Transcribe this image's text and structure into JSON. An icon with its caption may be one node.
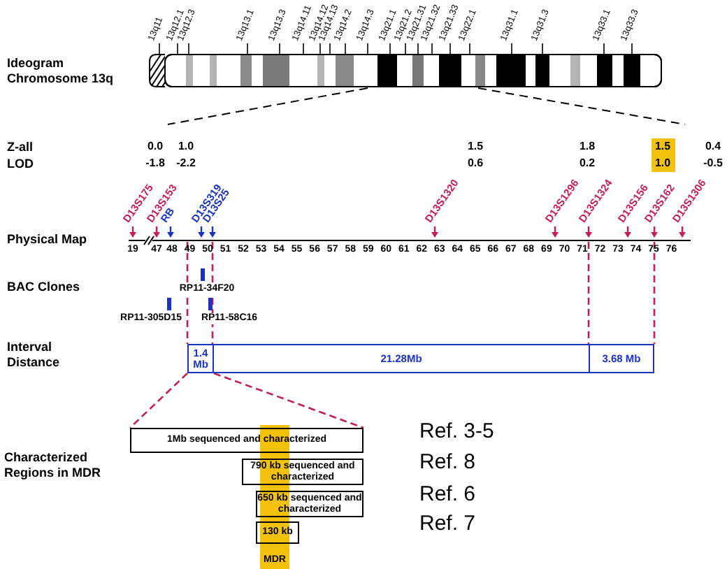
{
  "diagram": {
    "nodes": [
      {
        "text": [
          "1.4 Mb"
        ]
      },
      {
        "text": [
          "21.28Mb"
        ]
      },
      {
        "text": [
          "3.68 Mb"
        ]
      },
      {
        "text": [
          "1Mb sequenced and characterized"
        ]
      },
      {
        "text": [
          "790 kb sequenced and characterized"
        ]
      },
      {
        "text": [
          "650 kb sequenced and characterized"
        ]
      },
      {
        "text": [
          "130 kb"
        ]
      },
      {
        "text": [
          "MDR"
        ]
      }
    ],
    "edges": [
      {
        "from": 0,
        "to": 3,
        "arrow": "none",
        "style": "dashed",
        "color": "#c41e5a"
      },
      {
        "from": 0,
        "to": 3,
        "arrow": "none",
        "style": "dashed",
        "color": "#c41e5a"
      }
    ],
    "labels": [
      "Ideogram Chromosome 13q",
      "13q11",
      "13q12.1",
      "13q12.3",
      "13q13.1",
      "13q13.3",
      "13q14.11",
      "13q14.12",
      "13q14.13",
      "13q14.2",
      "13q14.3",
      "13q21.1",
      "13q21.2",
      "13q21.31",
      "13q21.32",
      "13q21.33",
      "13q22.1",
      "13q31.1",
      "13q31.3",
      "13q33.1",
      "13q33.3",
      "Z-all",
      "LOD",
      "0.0",
      "1.0",
      "1.5",
      "1.8",
      "1.5",
      "0.4",
      "-1.8",
      "-2.2",
      "0.6",
      "0.2",
      "1.0",
      "-0.5",
      "D13S175",
      "D13S153",
      "RB",
      "D13S319",
      "D13S25",
      "D13S1320",
      "D13S1296",
      "D13S1324",
      "D13S156",
      "D13S162",
      "D13S1306",
      "Physical Map",
      "19",
      "47",
      "48",
      "49",
      "50",
      "51",
      "52",
      "53",
      "54",
      "55",
      "56",
      "57",
      "58",
      "59",
      "60",
      "61",
      "62",
      "63",
      "64",
      "65",
      "66",
      "67",
      "68",
      "69",
      "70",
      "71",
      "72",
      "73",
      "74",
      "75",
      "76",
      "BAC Clones",
      "RP11-34F20",
      "RP11-305D15",
      "RP11-58C16",
      "Interval Distance",
      "Characterized Regions in MDR",
      "Ref. 3-5",
      "Ref. 8",
      "Ref. 6",
      "Ref. 7"
    ]
  }
}
